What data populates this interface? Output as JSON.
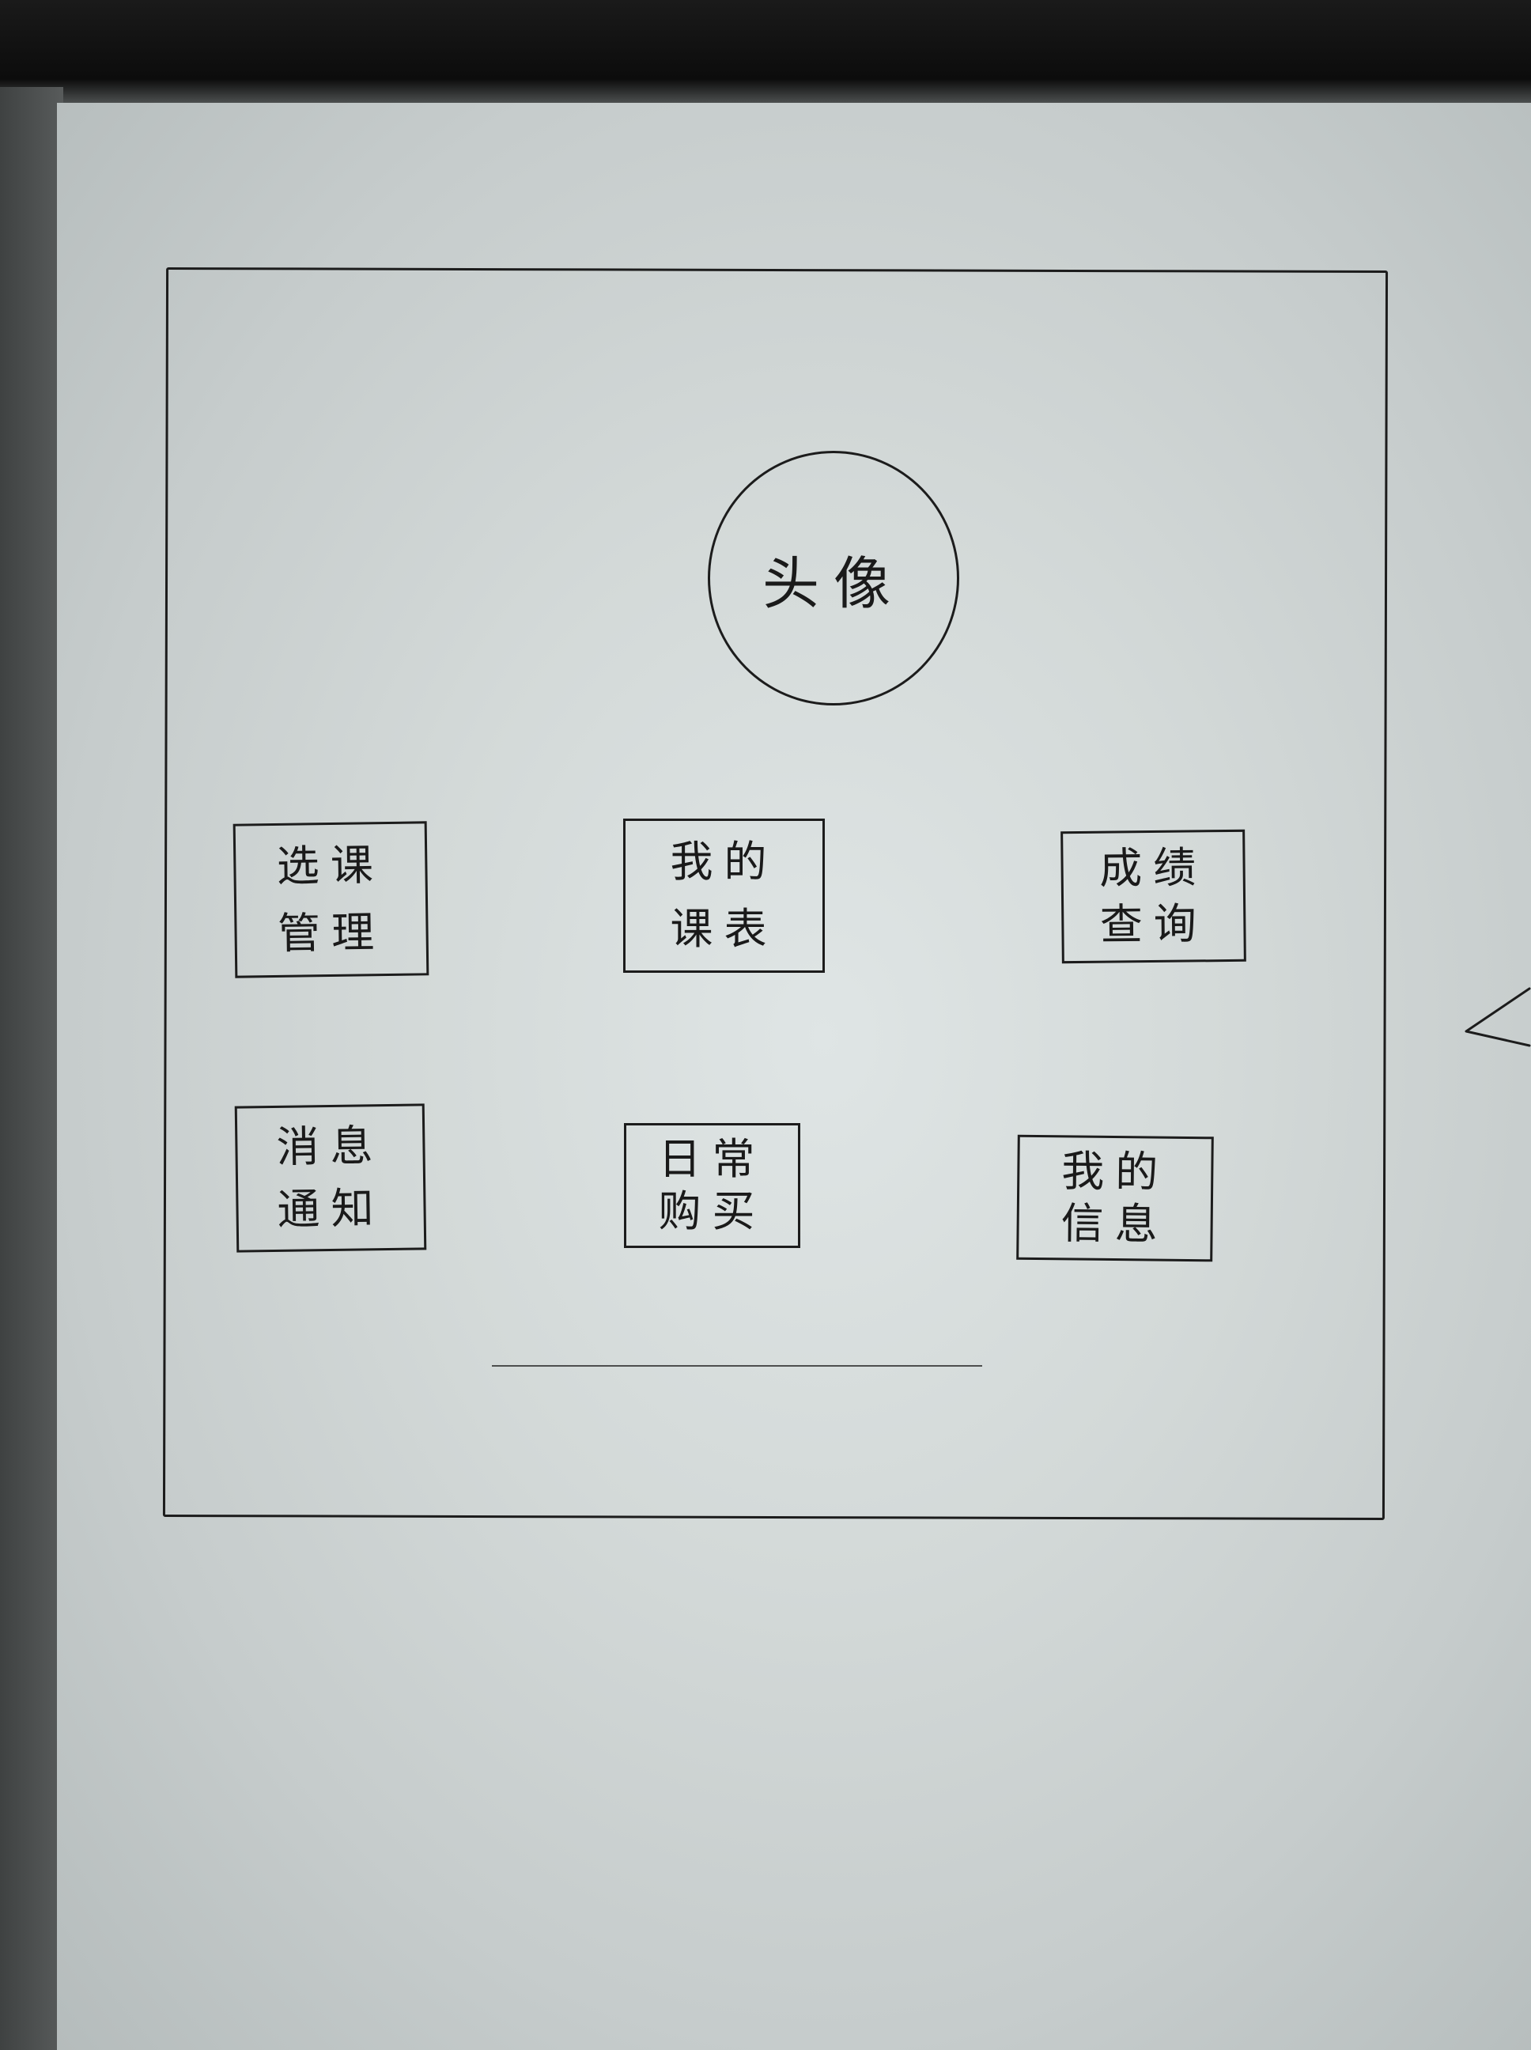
{
  "sketch": {
    "avatar": {
      "label": "头像"
    },
    "tiles": [
      {
        "line1": "选课",
        "line2": "管理"
      },
      {
        "line1": "我的",
        "line2": "课表"
      },
      {
        "line1": "成绩",
        "line2": "查询"
      },
      {
        "line1": "消息",
        "line2": "通知"
      },
      {
        "line1": "日常",
        "line2": "购买"
      },
      {
        "line1": "我的",
        "line2": "信息"
      }
    ]
  }
}
